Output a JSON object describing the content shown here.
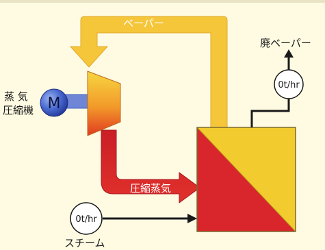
{
  "labels": {
    "vapor": "ベーパー",
    "waste_vapor": "廃ベーパー",
    "compressor_line1": "蒸 気",
    "compressor_line2": "圧縮機",
    "motor": "M",
    "compressed_steam": "圧縮蒸気",
    "steam": "スチーム"
  },
  "gauges": {
    "waste_vapor_flow": "0t/hr",
    "steam_flow": "0t/hr"
  },
  "colors": {
    "background": "#fffbe3",
    "vapor_arrow": "#f6c63a",
    "steam_arrow": "#d4202a",
    "exchanger_red": "#d8262c",
    "exchanger_yellow": "#f2cc2e",
    "motor": "#3d5fc4",
    "line": "#1a1a1a"
  }
}
